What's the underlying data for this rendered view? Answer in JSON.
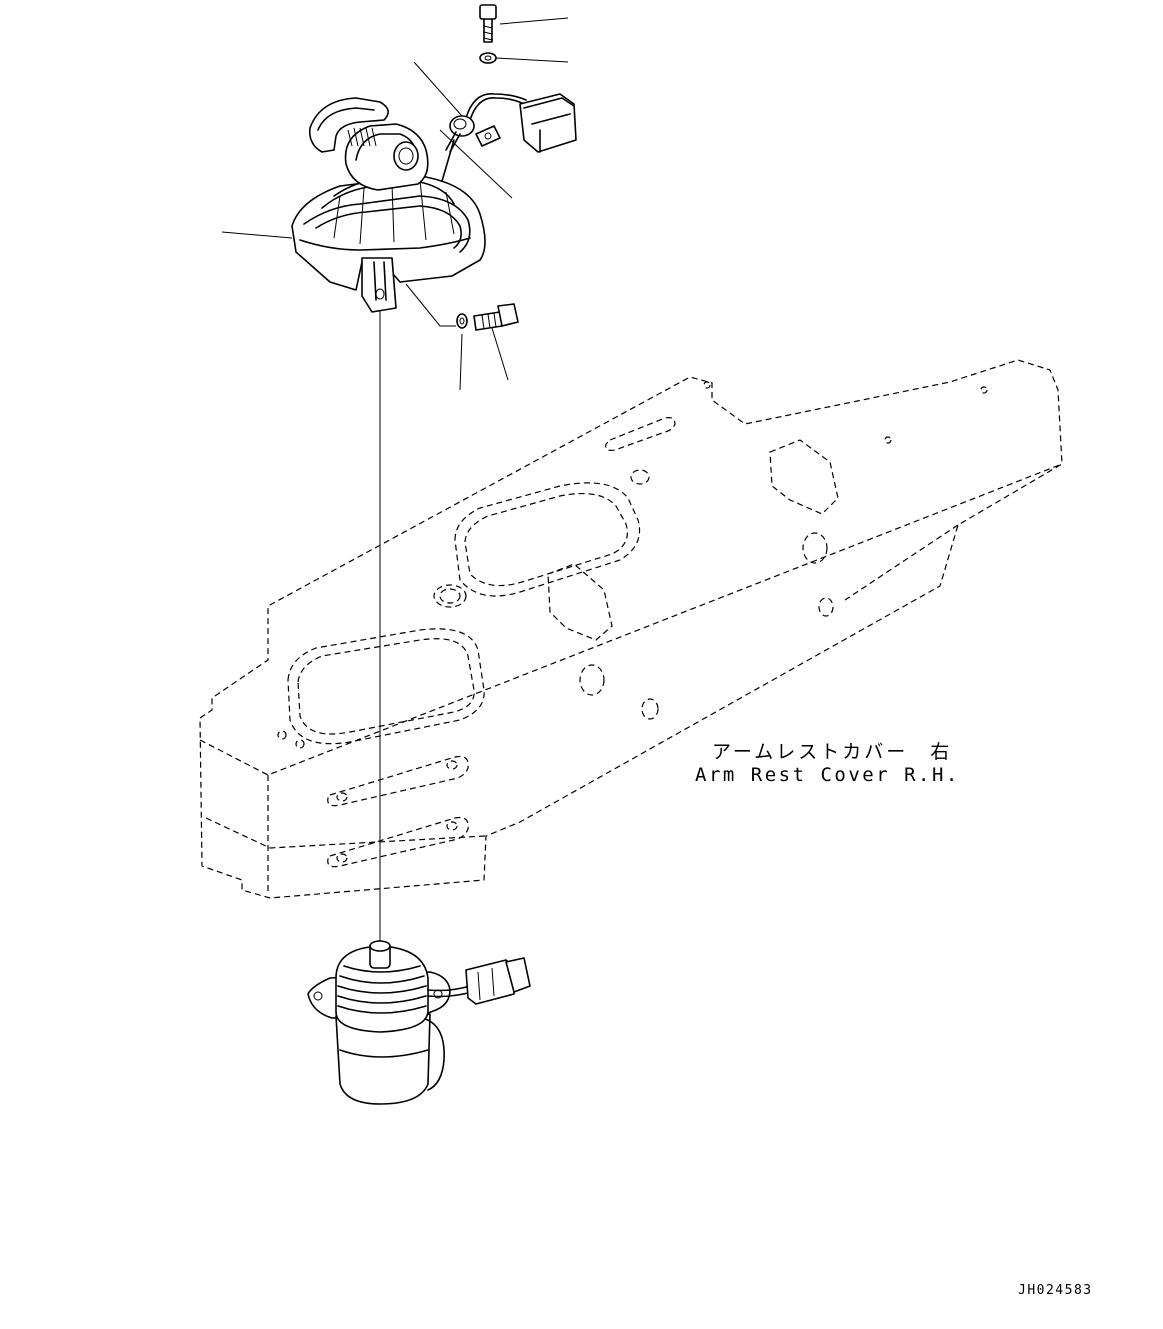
{
  "diagram": {
    "part_name_jp": "アームレストカバー　右",
    "part_name_en": "Arm Rest Cover R.H.",
    "drawing_code": "JH024583"
  },
  "icons": {
    "joystick": "joystick-lever-icon",
    "armrest": "armrest-cover-icon",
    "switch": "control-switch-icon"
  }
}
